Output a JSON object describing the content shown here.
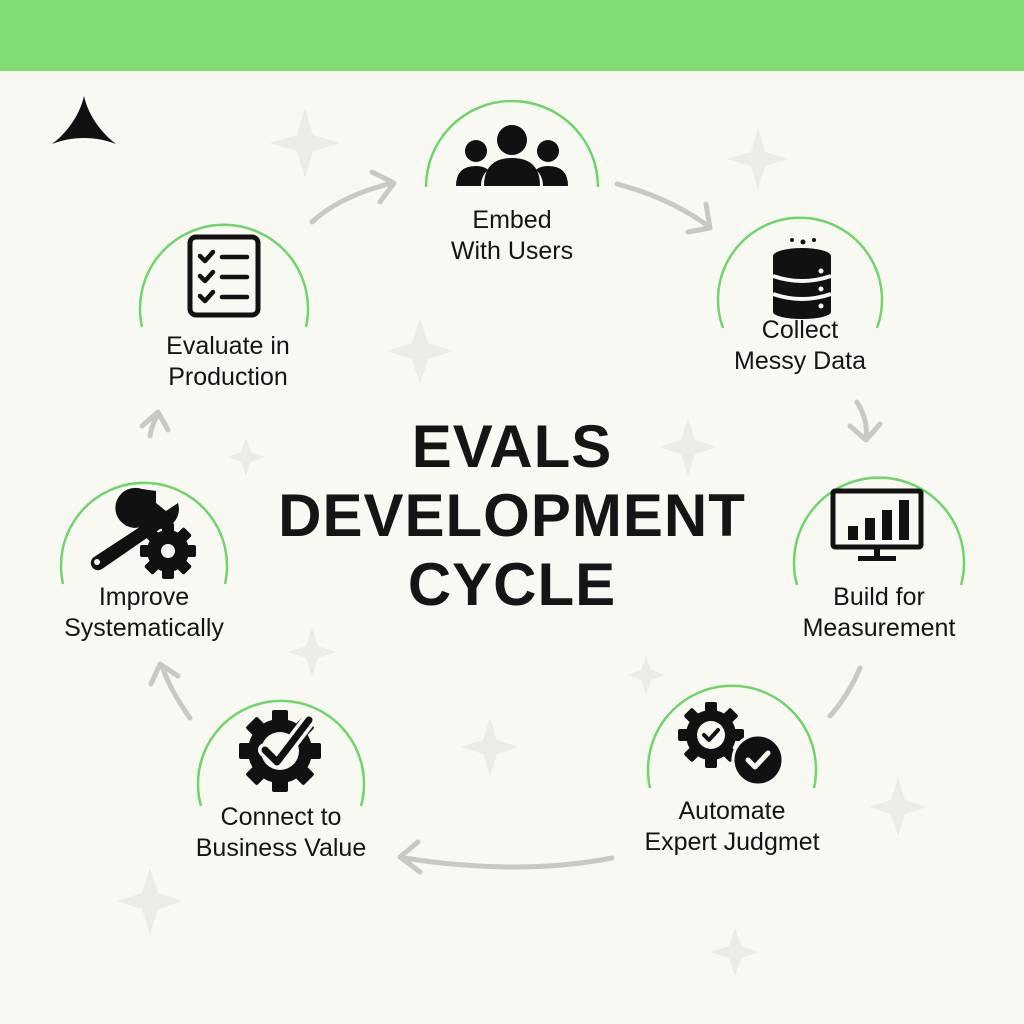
{
  "title": {
    "line1": "EVALS",
    "line2": "DEVELOPMENT",
    "line3": "CYCLE"
  },
  "colors": {
    "band": "#7ddc74",
    "ring": "#6fd46a",
    "arrow": "#c9c9c4",
    "background": "#f9f9f3",
    "ink": "#111111"
  },
  "steps": [
    {
      "line1": "Embed",
      "line2": "With Users",
      "icon": "people-icon"
    },
    {
      "line1": "Collect",
      "line2": "Messy Data",
      "icon": "database-icon"
    },
    {
      "line1": "Build for",
      "line2": "Measurement",
      "icon": "monitor-chart-icon"
    },
    {
      "line1": "Automate",
      "line2": "Expert Judgmet",
      "icon": "gear-check-icon"
    },
    {
      "line1": "Connect to",
      "line2": "Business Value",
      "icon": "gear-checkmark-icon"
    },
    {
      "line1": "Improve",
      "line2": "Systematically",
      "icon": "wrench-gear-icon"
    },
    {
      "line1": "Evaluate in",
      "line2": "Production",
      "icon": "checklist-icon"
    }
  ]
}
